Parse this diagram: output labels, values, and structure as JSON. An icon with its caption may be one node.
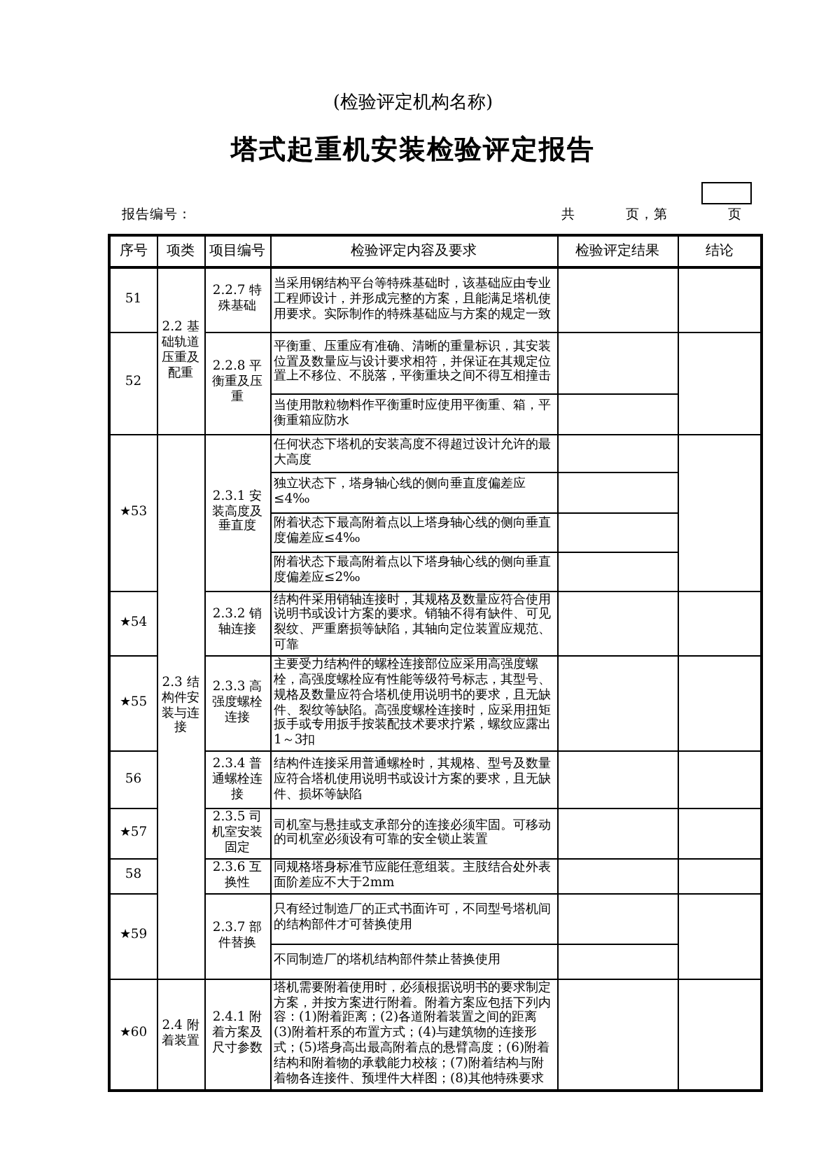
{
  "diagram": {
    "title": "塔式起重机安装检验评定报告",
    "labels": [
      "(检验评定机构名称)",
      "报告编号：",
      "共",
      "页，第",
      "页",
      "序号",
      "项类",
      "项目编号",
      "检验评定内容及要求",
      "检验评定结果",
      "结论",
      "51",
      "2.2 基础轨道压重及配重",
      "2.2.7 特殊基础",
      "当采用钢结构平台等特殊基础时，该基础应由专业工程师设计，并形成完整的方案，且能满足塔机使用要求。实际制作的特殊基础应与方案的规定一致",
      "52",
      "2.2.8 平衡重及压重",
      "平衡重、压重应有准确、清晰的重量标识，其安装位置及数量应与设计要求相符，并保证在其规定位置上不移位、不脱落，平衡重块之间不得互相撞击",
      "当使用散粒物料作平衡重时应使用平衡重、箱，平衡重箱应防水",
      "★53",
      "2.3 结构件安装与连接",
      "2.3.1 安装高度及垂直度",
      "任何状态下塔机的安装高度不得超过设计允许的最大高度",
      "独立状态下，塔身轴心线的侧向垂直度偏差应≤4‰",
      "附着状态下最高附着点以上塔身轴心线的侧向垂直度偏差应≤4‰",
      "附着状态下最高附着点以下塔身轴心线的侧向垂直度偏差应≤2‰",
      "★54",
      "2.3.2 销轴连接",
      "结构件采用销轴连接时，其规格及数量应符合使用说明书或设计方案的要求。销轴不得有缺件、可见裂纹、严重磨损等缺陷，其轴向定位装置应规范、可靠",
      "★55",
      "2.3.3 高强度螺栓连接",
      "主要受力结构件的螺栓连接部位应采用高强度螺栓，高强度螺栓应有性能等级符号标志，其型号、规格及数量应符合塔机使用说明书的要求，且无缺件、裂纹等缺陷。高强度螺栓连接时，应采用扭矩扳手或专用扳手按装配技术要求拧紧，螺纹应露出1～3扣",
      "56",
      "2.3.4 普通螺栓连接",
      "结构件连接采用普通螺栓时，其规格、型号及数量应符合塔机使用说明书或设计方案的要求，且无缺件、损坏等缺陷",
      "★57",
      "2.3.5 司机室安装固定",
      "司机室与悬挂或支承部分的连接必须牢固。可移动的司机室必须设有可靠的安全锁止装置",
      "58",
      "2.3.6 互换性",
      "同规格塔身标准节应能任意组装。主肢结合处外表面阶差应不大于2mm",
      "★59",
      "2.3.7 部件替换",
      "只有经过制造厂的正式书面许可，不同型号塔机间的结构部件才可替换使用",
      "不同制造厂的塔机结构部件禁止替换使用",
      "★60",
      "2.4 附着装置",
      "2.4.1 附着方案及尺寸参数",
      "塔机需要附着使用时，必须根据说明书的要求制定方案，并按方案进行附着。附着方案应包括下列内容：(1)附着距离；(2)各道附着装置之间的距离(3)附着杆系的布置方式；(4)与建筑物的连接形式；(5)塔身高出最高附着点的悬臂高度；(6)附着结构和附着物的承载能力校核；(7)附着结构与附着物各连接件、预埋件大样图；(8)其他特殊要求"
    ]
  }
}
